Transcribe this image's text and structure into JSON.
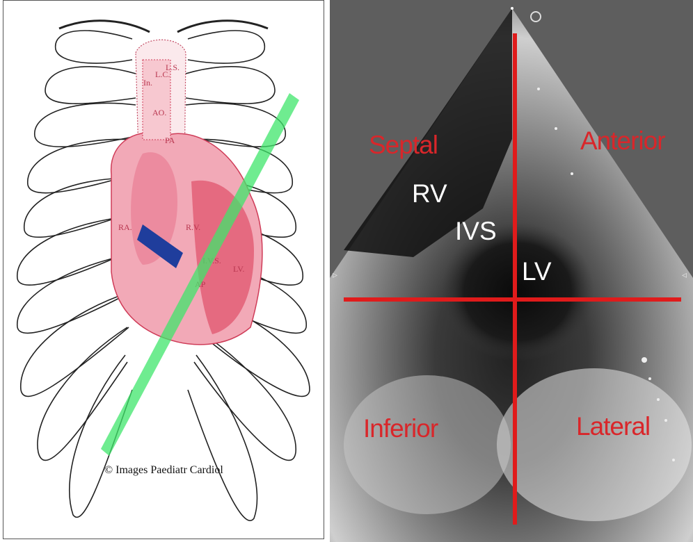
{
  "diagram": {
    "caption": "© Images Paediatr Cardiol",
    "labels": {
      "in": "In.",
      "lc": "L.C.",
      "ls": "L.S.",
      "ao": "AO.",
      "pa": "PA",
      "ra": "RA.",
      "rv": "R.V.",
      "ivs": "I.V.S.",
      "lv": "LV.",
      "ap": "AP"
    },
    "colors": {
      "heart": "#e0566d",
      "heart_light": "#f3b9c3",
      "plane_green": "#3fe56b",
      "probe_blue": "#1f3d9c"
    }
  },
  "echo": {
    "regions": {
      "septal": "Septal",
      "anterior": "Anterior",
      "inferior": "Inferior",
      "lateral": "Lateral"
    },
    "structures": {
      "rv": "RV",
      "ivs": "IVS",
      "lv": "LV"
    },
    "colors": {
      "axis_red": "#e01b1b",
      "label_red": "#d9262a",
      "background": "#5e5e5e"
    }
  }
}
